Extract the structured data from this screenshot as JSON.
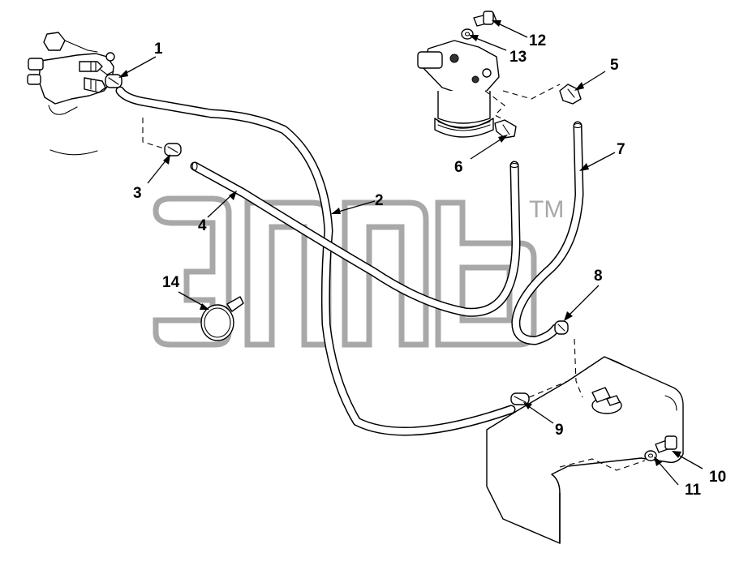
{
  "diagram": {
    "callouts": [
      "1",
      "2",
      "3",
      "4",
      "5",
      "6",
      "7",
      "8",
      "9",
      "10",
      "11",
      "12",
      "13",
      "14"
    ],
    "watermark": {
      "trademark": "TM"
    }
  }
}
